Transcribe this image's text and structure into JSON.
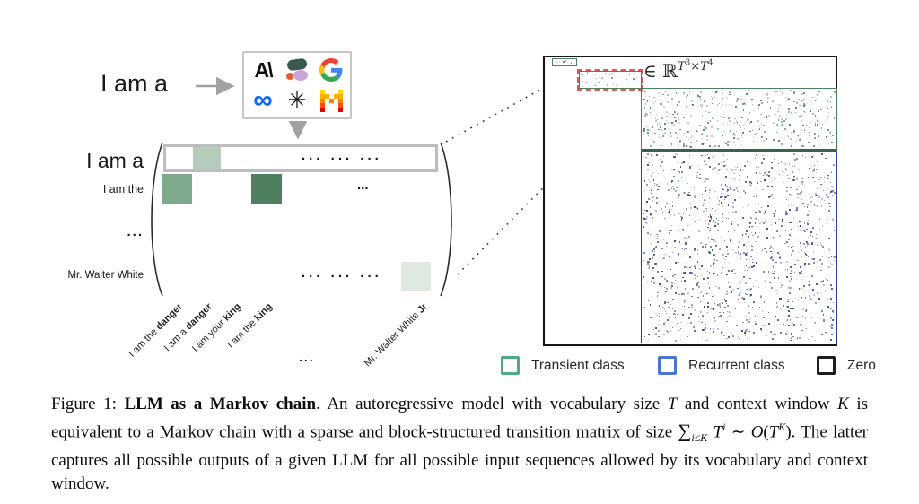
{
  "prompt": {
    "text": "I am a"
  },
  "logos": [
    {
      "name": "anthropic-logo",
      "glyph": "A\\"
    },
    {
      "name": "cohere-logo"
    },
    {
      "name": "google-logo"
    },
    {
      "name": "meta-logo",
      "glyph": "∞"
    },
    {
      "name": "openai-logo",
      "glyph": "✳"
    },
    {
      "name": "mistral-logo"
    }
  ],
  "left_matrix": {
    "row_labels": [
      "I am a",
      "I am the",
      "...",
      "Mr. Walter White"
    ],
    "col_labels": [
      {
        "pre": "I am the ",
        "bold": "danger"
      },
      {
        "pre": "I am a ",
        "bold": "danger"
      },
      {
        "pre": "I am your ",
        "bold": "king"
      },
      {
        "pre": "I am the ",
        "bold": "king"
      },
      {
        "pre": "...",
        "bold": ""
      },
      {
        "pre": "Mr. Walter White ",
        "bold": "Jr"
      }
    ],
    "dots_triple": "... ... ...",
    "dots_single": "...",
    "cell_colors": {
      "light": "#b5ccbc",
      "medium": "#7fa98d",
      "dark": "#4e7f5f",
      "faint": "#dfe8e1"
    }
  },
  "right_matrix": {
    "annotation": {
      "in_r": "∈ ℝ",
      "t1": "T",
      "p1": "3",
      "times": "×",
      "t2": "T",
      "p2": "4"
    },
    "colors": {
      "transient": "#4e7f5f",
      "recurrent": "#2b3f8f",
      "highlight_dash": "#e65454"
    }
  },
  "scatter": [
    {
      "container": "tiny-box",
      "count": 7,
      "color": "#4e7f5f",
      "seed": 11
    },
    {
      "container": "red-box",
      "count": 26,
      "color": "#4e7f5f",
      "seed": 22
    },
    {
      "container": "green-block",
      "count": 430,
      "color": "#4e7f5f",
      "seed": 33
    },
    {
      "container": "blue-block",
      "count": 1280,
      "color": "#2b3f8f",
      "seed": 44
    }
  ],
  "legend": {
    "items": [
      {
        "label": "Transient class",
        "color": "#4cae7e"
      },
      {
        "label": "Recurrent class",
        "color": "#4a76c9"
      },
      {
        "label": "Zero",
        "color": "#1d1d1d"
      }
    ]
  },
  "caption": {
    "fig": "Figure 1: ",
    "title": "LLM as a Markov chain",
    "s1": ". An autoregressive model with vocabulary size ",
    "T1": "T",
    "s2": " and context window ",
    "K1": "K",
    "s3": " is equivalent to a Markov chain with a sparse and block-structured transition matrix of size ",
    "sum": "∑",
    "sum_sub": "i≤K",
    "Ti": "T",
    "Ti_sup": "i",
    "sim": " ∼ ",
    "O": "O",
    "lp": "(",
    "Tk": "T",
    "Tk_sup": "K",
    "rp": ")",
    "s4": ". The latter captures all possible outputs of a given LLM for all possible input sequences allowed by its vocabulary and context window."
  }
}
